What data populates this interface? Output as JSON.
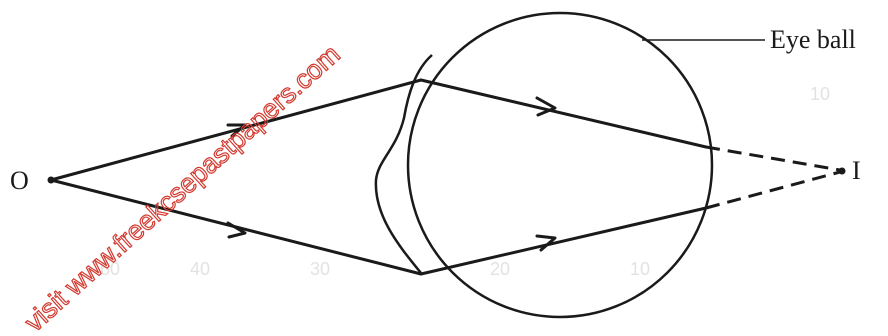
{
  "labels": {
    "object": "O",
    "image": "I",
    "eyeball": "Eye ball"
  },
  "watermark": {
    "text": "visit www.freekcsepastpapers.com",
    "color": "#d23a2f"
  },
  "colors": {
    "ink": "#1a1a1a",
    "background": "#ffffff"
  }
}
